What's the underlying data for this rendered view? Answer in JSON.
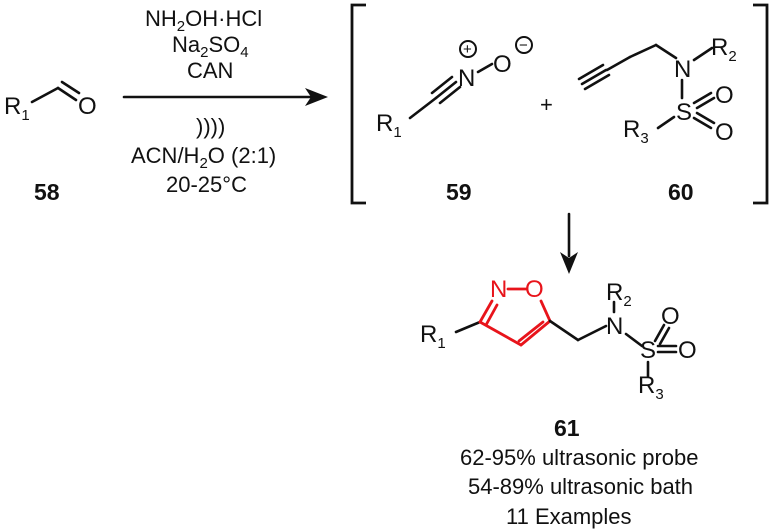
{
  "reagents": {
    "line1_main": "NH",
    "line1_sub": "2",
    "line1_rest": "OH·HCl",
    "line2_main": "Na",
    "line2_sub1": "2",
    "line2_mid": "SO",
    "line2_sub2": "4",
    "line3": "CAN"
  },
  "conditions": {
    "ultrasound": "))))",
    "solvent_a": "ACN/H",
    "solvent_sub": "2",
    "solvent_b": "O (2:1)",
    "temperature": "20-25°C"
  },
  "compounds": {
    "c58": "58",
    "c59": "59",
    "c60": "60",
    "c61": "61"
  },
  "labels": {
    "R": "R",
    "sub1": "1",
    "sub2": "2",
    "sub3": "3",
    "O": "O",
    "N": "N",
    "S": "S",
    "plus": "+",
    "charge_pos": "+",
    "charge_neg": "−"
  },
  "yields": {
    "probe": "62-95% ultrasonic probe",
    "bath": "54-89% ultrasonic bath",
    "examples": "11 Examples"
  },
  "colors": {
    "isoxazole_ring": "#e8141b",
    "ink": "#111111"
  }
}
